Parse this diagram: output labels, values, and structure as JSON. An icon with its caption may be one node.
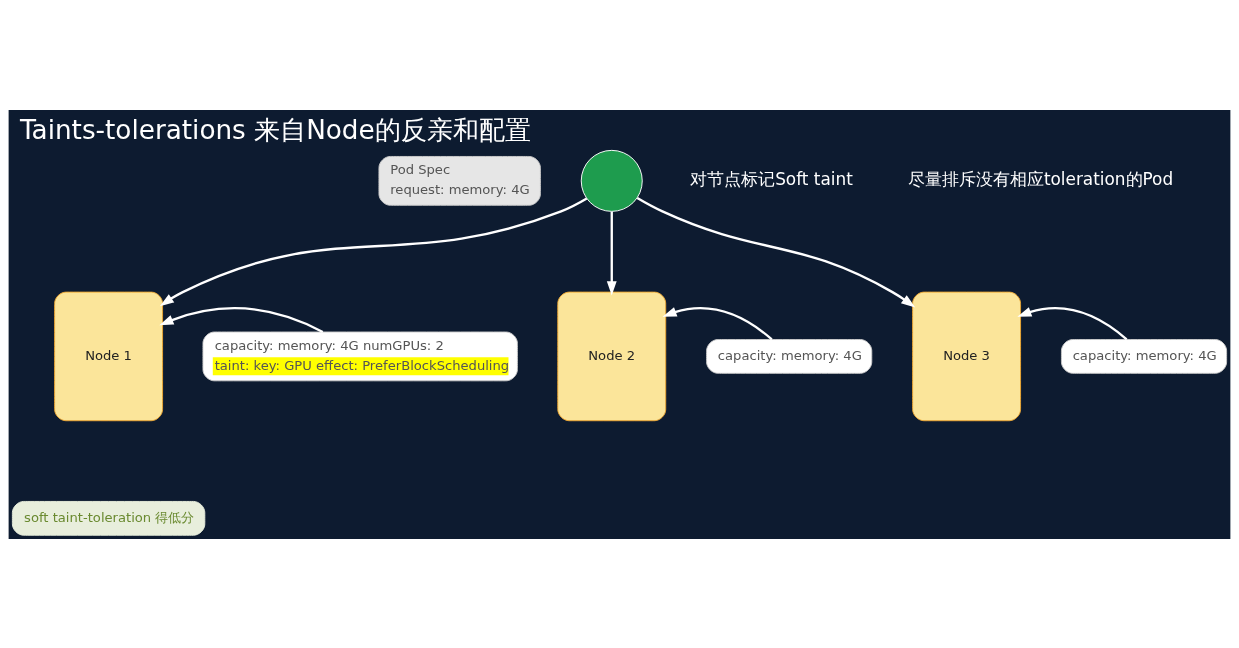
{
  "diagram": {
    "title": "Taints-tolerations 来自Node的反亲和配置",
    "nodes": [
      {
        "text": [
          "Pod Spec",
          "request: memory: 4G"
        ]
      },
      {
        "text": [],
        "shape": "circle"
      },
      {
        "text": [
          "Node 1"
        ]
      },
      {
        "text": [
          "capacity: memory: 4G numGPUs: 2",
          "taint: key: GPU effect: PreferBlockScheduling"
        ]
      },
      {
        "text": [
          "Node 2"
        ]
      },
      {
        "text": [
          "capacity: memory: 4G"
        ]
      },
      {
        "text": [
          "Node 3"
        ]
      },
      {
        "text": [
          "capacity: memory: 4G"
        ]
      },
      {
        "text": [
          "soft taint-toleration 得低分"
        ]
      }
    ],
    "edges": [
      {
        "from": 1,
        "to": 2,
        "arrow": "to"
      },
      {
        "from": 1,
        "to": 4,
        "arrow": "to"
      },
      {
        "from": 1,
        "to": 6,
        "arrow": "to"
      },
      {
        "from": 3,
        "to": 2,
        "arrow": "to"
      },
      {
        "from": 5,
        "to": 4,
        "arrow": "to"
      },
      {
        "from": 7,
        "to": 6,
        "arrow": "to"
      }
    ],
    "labels": [
      "对节点标记Soft taint",
      "尽量排斥没有相应toleration的Pod"
    ]
  }
}
